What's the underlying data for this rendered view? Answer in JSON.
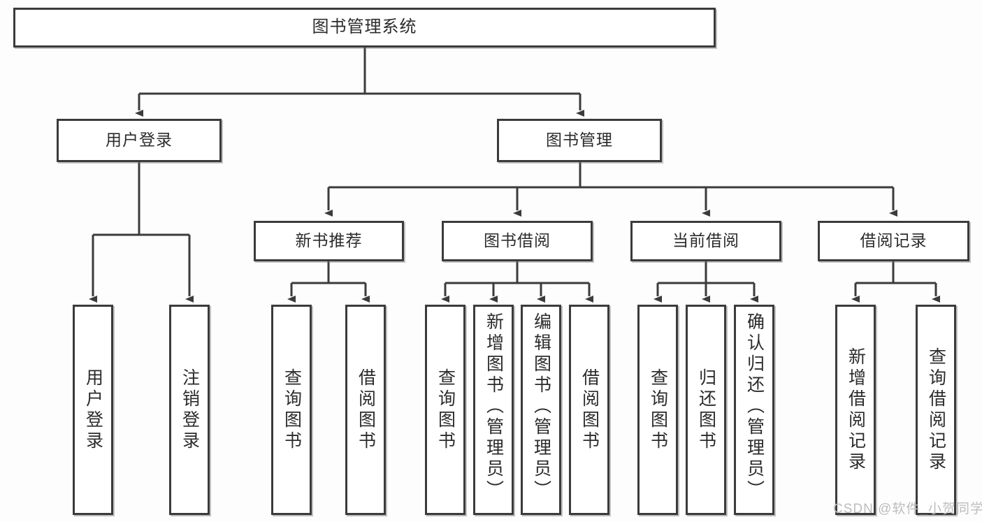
{
  "diagram": {
    "title": "图书管理系统",
    "type": "tree-hierarchy",
    "root": {
      "label": "图书管理系统"
    },
    "level2": [
      {
        "label": "用户登录"
      },
      {
        "label": "图书管理"
      }
    ],
    "level3": [
      {
        "label": "新书推荐"
      },
      {
        "label": "图书借阅"
      },
      {
        "label": "当前借阅"
      },
      {
        "label": "借阅记录"
      }
    ],
    "leaves": {
      "user_login": [
        {
          "label": "用户登录"
        },
        {
          "label": "注销登录"
        }
      ],
      "new_book_recommend": [
        {
          "label": "查询图书"
        },
        {
          "label": "借阅图书"
        }
      ],
      "book_borrow": [
        {
          "label": "查询图书"
        },
        {
          "label": "新增图书（管理员）"
        },
        {
          "label": "编辑图书（管理员）"
        },
        {
          "label": "借阅图书"
        }
      ],
      "current_borrow": [
        {
          "label": "查询图书"
        },
        {
          "label": "归还图书"
        },
        {
          "label": "确认归还（管理员）"
        }
      ],
      "borrow_record": [
        {
          "label": "新增借阅记录"
        },
        {
          "label": "查询借阅记录"
        }
      ]
    }
  },
  "watermark": {
    "text": "CSDN @软件_小贺同学"
  },
  "colors": {
    "box_border": "#3b3b3b",
    "box_fill": "#ffffff",
    "line": "#3b3b3b",
    "text": "#2b2b2b",
    "watermark": "#bdbdbd",
    "background": "#fdfdfd"
  }
}
